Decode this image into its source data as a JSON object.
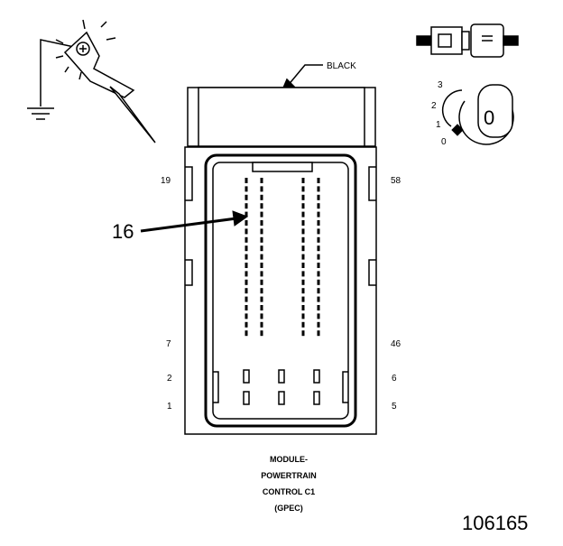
{
  "diagram": {
    "connector_color_label": "BLACK",
    "callout_pin": "16",
    "pin_labels": {
      "top_left": "19",
      "top_right": "58",
      "mid_left": "7",
      "mid_right": "46",
      "row2_left": "2",
      "row2_right": "6",
      "row1_left": "1",
      "row1_right": "5"
    },
    "caption_lines": [
      "MODULE-",
      "POWERTRAIN",
      "CONTROL C1",
      "(GPEC)"
    ],
    "figure_number": "106165",
    "key_positions": [
      "3",
      "2",
      "1",
      "0"
    ],
    "key_letter": "0",
    "icons": [
      "ground-probe-icon",
      "connector-plug-icon",
      "ignition-key-icon"
    ]
  }
}
